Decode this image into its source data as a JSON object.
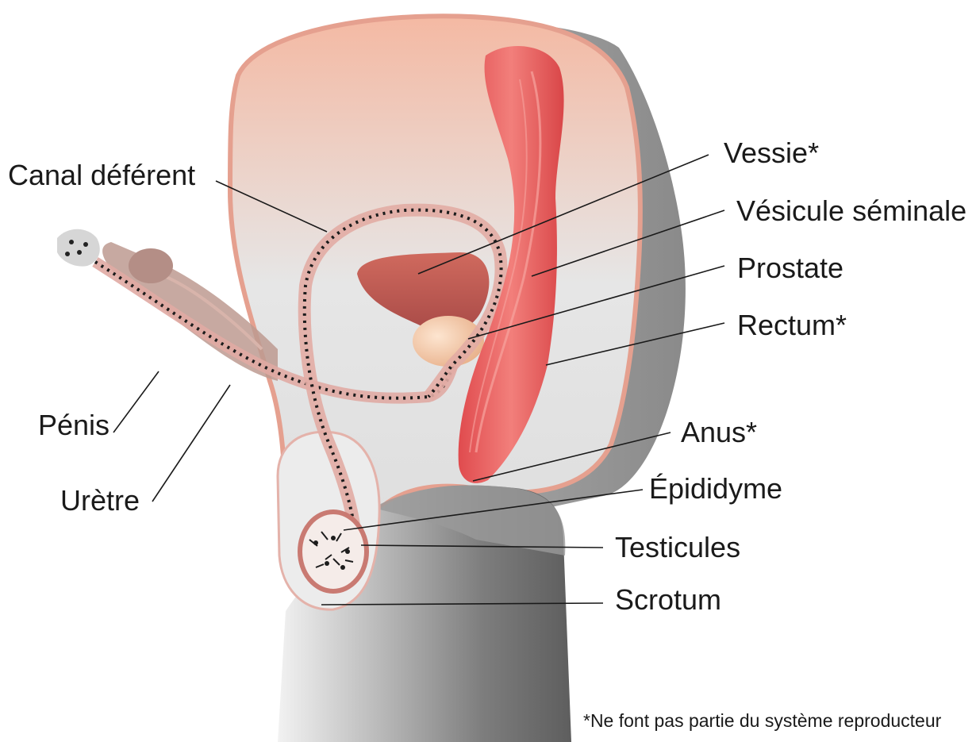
{
  "labels": {
    "canal_deferent": "Canal déférent",
    "vessie": "Vessie*",
    "vesicule_seminale": "Vésicule séminale",
    "prostate": "Prostate",
    "rectum": "Rectum*",
    "penis": "Pénis",
    "anus": "Anus*",
    "uretre": "Urètre",
    "epididyme": "Épididyme",
    "testicules": "Testicules",
    "scrotum": "Scrotum"
  },
  "footnote": "*Ne font pas partie du système reproducteur",
  "colors": {
    "skin": "#e8e8e8",
    "skin_shadow": "#8c8c8c",
    "organ_red": "#e86060",
    "bladder": "#c05a52",
    "prostate": "#f2c9a8",
    "duct_outline": "#e3aba4",
    "leader_line": "#1a1a1a"
  }
}
